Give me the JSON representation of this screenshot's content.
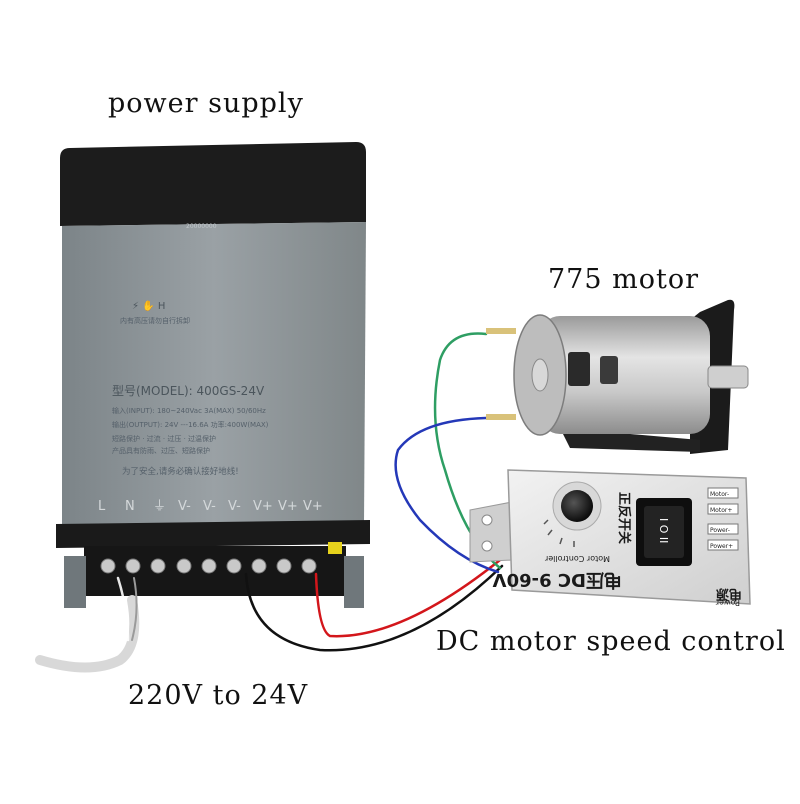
{
  "captions": {
    "power_supply": "power supply",
    "motor": "775 motor",
    "speed_control": "DC motor speed control",
    "voltage": "220V to 24V"
  },
  "psu": {
    "model_line": "型号(MODEL): 400GS-24V",
    "input_line": "输入(INPUT): 180~240Vac  3A(MAX)  50/60Hz",
    "output_line": "输出(OUTPUT): 24V ---16.6A  功率:400W(MAX)",
    "note_line_1": "短路保护 · 过流 · 过压 · 过温保护",
    "note_line_2": "产品具有防雨、过压、短路保护",
    "safety_line": "为了安全,请务必确认接好地线!",
    "top_line": "内有高压请勿自行拆卸",
    "terminal_labels": [
      "L",
      "N",
      "⏚",
      "V-",
      "V-",
      "V-",
      "V+",
      "V+",
      "V+"
    ]
  },
  "controller": {
    "model_text": "电压DC 9-60V",
    "sub_text": "Motor Controller",
    "power_text": "电源",
    "power_en": "Power",
    "switch_text": "正反开关",
    "switch_glyph": "I O II",
    "motor_labels": [
      "Motor-",
      "Motor+",
      "Power-",
      "Power+"
    ]
  },
  "colors": {
    "psu_body": "#8e9599",
    "psu_cap": "#1c1c1c",
    "wire_green": "#2e9e63",
    "wire_blue": "#2438b8",
    "wire_red": "#d3161b",
    "wire_black": "#111111"
  }
}
